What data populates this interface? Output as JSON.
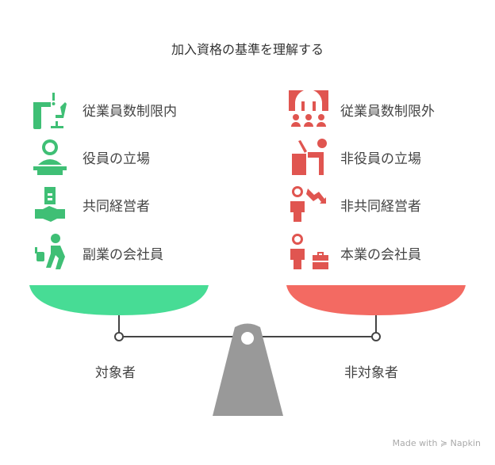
{
  "title": "加入資格の基準を理解する",
  "left": {
    "label": "対象者",
    "items": [
      "従業員数制限内",
      "役員の立場",
      "共同経営者",
      "副業の会社員"
    ]
  },
  "right": {
    "label": "非対象者",
    "items": [
      "従業員数制限外",
      "非役員の立場",
      "非共同経営者",
      "本業の会社員"
    ]
  },
  "colors": {
    "left": "#47dc95",
    "left_icon": "#3fbf75",
    "right": "#f36a62",
    "right_icon": "#e05550",
    "fulcrum": "#999999"
  },
  "credit": "Made with ≽ Napkin"
}
